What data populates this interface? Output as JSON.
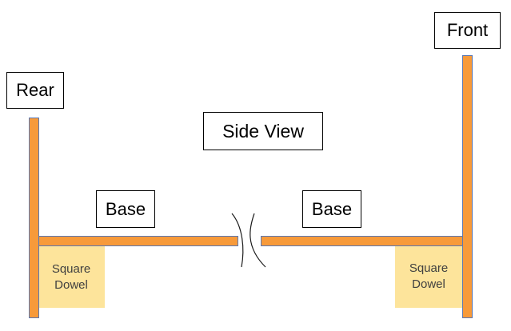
{
  "labels": {
    "rear": "Rear",
    "front": "Front",
    "title": "Side View",
    "base_left": "Base",
    "base_right": "Base"
  },
  "dowels": {
    "left": {
      "line1": "Square",
      "line2": "Dowel"
    },
    "right": {
      "line1": "Square",
      "line2": "Dowel"
    }
  },
  "colors": {
    "board_fill": "#f79a3a",
    "board_outline": "#5a78b4",
    "dowel_fill": "#fde49b",
    "dowel_text": "#404040",
    "label_border": "#000000"
  }
}
